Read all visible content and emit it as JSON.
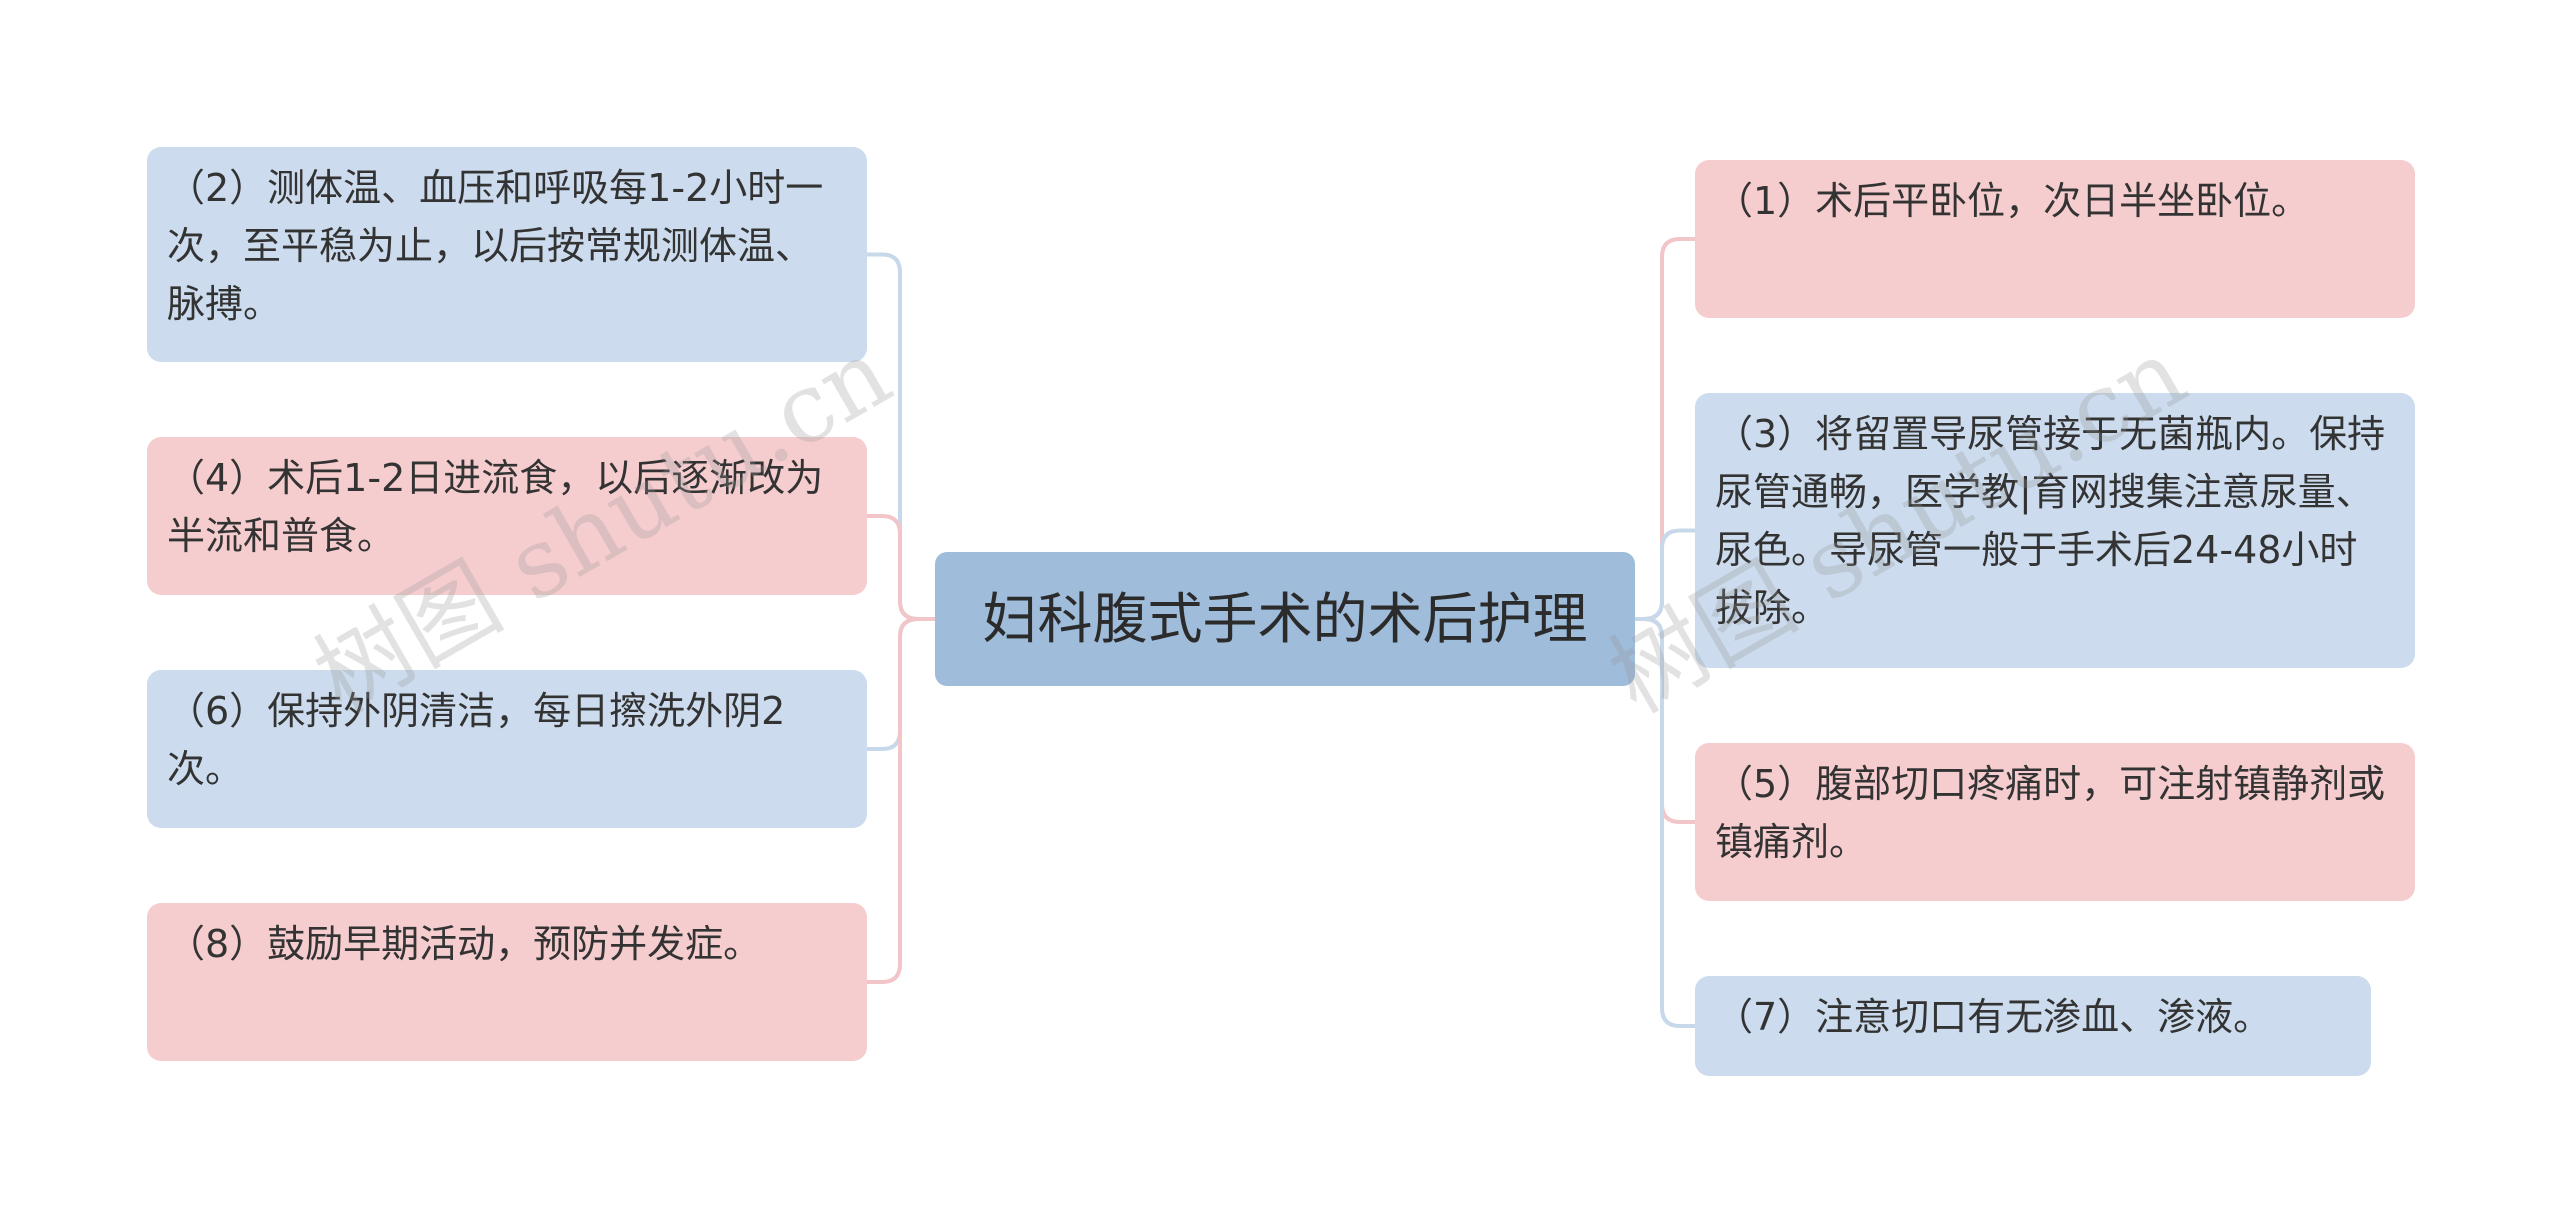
{
  "watermark": "树图 shutu.cn",
  "central_topic": "妇科腹式手术的术后护理",
  "left_branches": [
    {
      "text": "（2）测体温、血压和呼吸每1-2小时一次，至平稳为止，以后按常规测体温、脉搏。",
      "color": "blue"
    },
    {
      "text": "（4）术后1-2日进流食，以后逐渐改为半流和普食。",
      "color": "pink"
    },
    {
      "text": "（6）保持外阴清洁，每日擦洗外阴2次。",
      "color": "blue"
    },
    {
      "text": "（8）鼓励早期活动，预防并发症。",
      "color": "pink"
    }
  ],
  "right_branches": [
    {
      "text": "（1）术后平卧位，次日半坐卧位。",
      "color": "pink"
    },
    {
      "text": "（3）将留置导尿管接于无菌瓶内。保持尿管通畅，医学教|育网搜集注意尿量、尿色。导尿管一般于手术后24-48小时拔除。",
      "color": "blue"
    },
    {
      "text": "（5）腹部切口疼痛时，可注射镇静剂或镇痛剂。",
      "color": "pink"
    },
    {
      "text": "（7）注意切口有无渗血、渗液。",
      "color": "blue"
    }
  ],
  "colors": {
    "central": "#9fbcda",
    "blue_node": "#ccdcee",
    "pink_node": "#f6cdcf",
    "blue_line": "#c6d8ea",
    "pink_line": "#f2c5c8"
  }
}
